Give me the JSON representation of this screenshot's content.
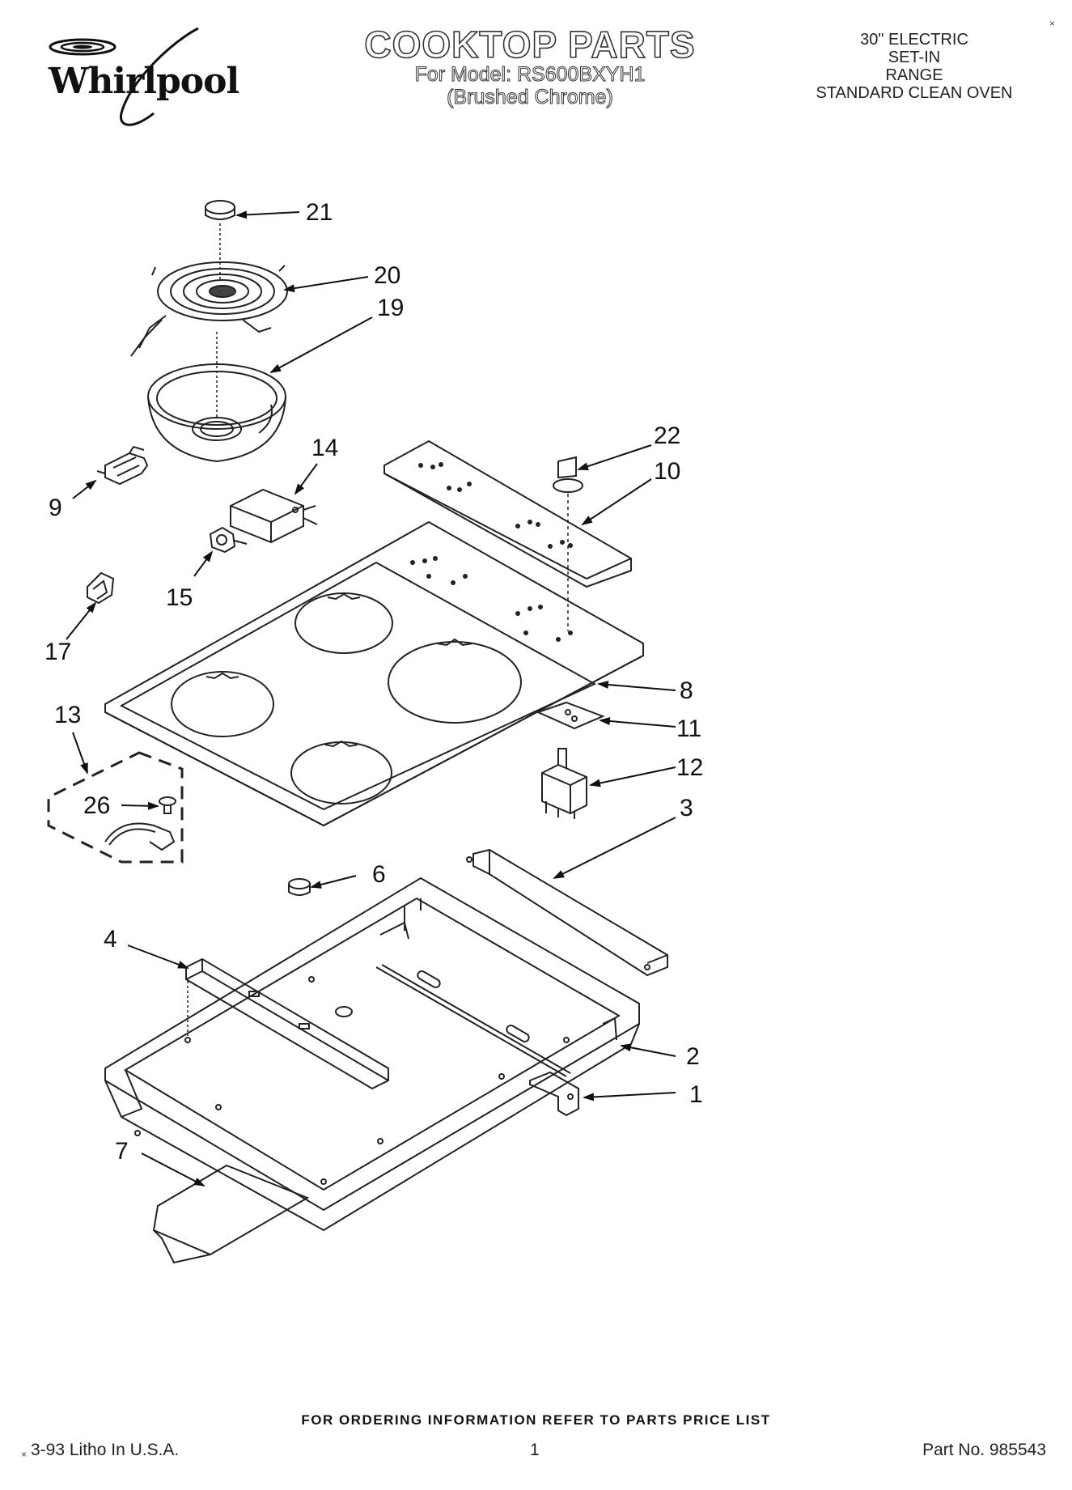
{
  "brand": {
    "name": "Whirlpool"
  },
  "title": {
    "main": "COOKTOP PARTS",
    "model": "For Model: RS600BXYH1",
    "finish": "(Brushed Chrome)"
  },
  "spec": {
    "line1": "30\" ELECTRIC",
    "line2": "SET-IN",
    "line3": "RANGE",
    "line4": "STANDARD CLEAN OVEN"
  },
  "callouts": {
    "c21": "21",
    "c20": "20",
    "c19": "19",
    "c22": "22",
    "c10": "10",
    "c14": "14",
    "c9": "9",
    "c15": "15",
    "c17": "17",
    "c8": "8",
    "c11": "11",
    "c13": "13",
    "c12": "12",
    "c26": "26",
    "c3": "3",
    "c6": "6",
    "c4": "4",
    "c2": "2",
    "c1": "1",
    "c7": "7"
  },
  "footer": {
    "ordering": "FOR ORDERING INFORMATION REFER TO PARTS PRICE LIST",
    "litho": "3-93 Litho In U.S.A.",
    "page": "1",
    "part_no": "Part No. 985543"
  },
  "marks": {
    "corner": "×",
    "corner2": "×"
  }
}
